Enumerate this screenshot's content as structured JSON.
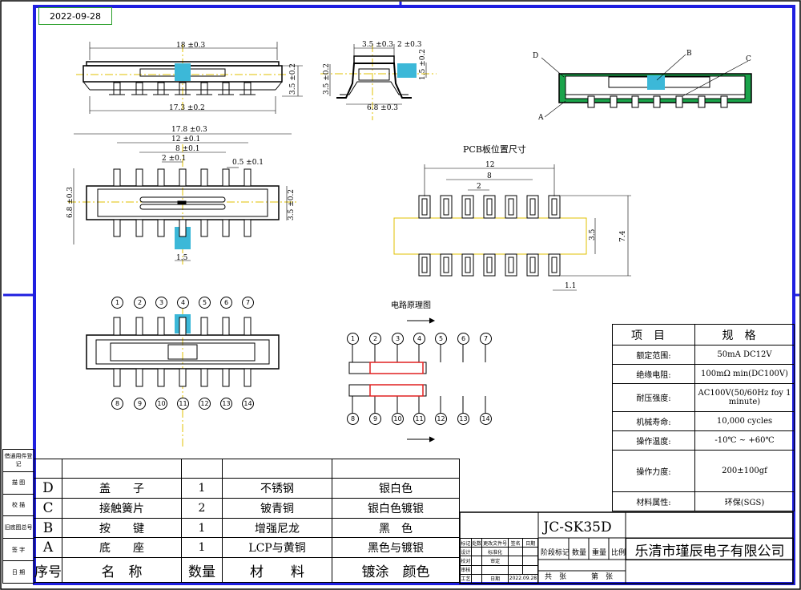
{
  "date": "2022-09-28",
  "top_view": {
    "dims": {
      "width_top": "18 ±0.3",
      "height_right": "3.5 ±0.2",
      "width_bottom": "17.3 ±0.2"
    }
  },
  "side_view": {
    "dims": {
      "top_left": "3.5 ±0.3",
      "top_right": "2 ±0.3",
      "right": "1.5 ±0.2",
      "left": "3.5 ±0.2",
      "bottom": "6.8 ±0.3"
    }
  },
  "iso_view": {
    "labels": [
      "D",
      "B",
      "C",
      "A"
    ]
  },
  "plan_view": {
    "dims": {
      "overall": "17.8 ±0.3",
      "span12": "12 ±0.1",
      "span8": "8 ±0.1",
      "span2": "2 ±0.1",
      "pin": "0.5 ±0.1",
      "height": "6.8 ±0.3",
      "inner": "3.5 ±0.2",
      "tab": "1.5"
    }
  },
  "pcb": {
    "title": "PCB板位置尺寸",
    "dims": {
      "d12": "12",
      "d8": "8",
      "d2": "2",
      "d35": "3.5",
      "d74": "7.4",
      "d11": "1.1"
    }
  },
  "pin_top": [
    "1",
    "2",
    "3",
    "4",
    "5",
    "6",
    "7"
  ],
  "pin_bottom": [
    "8",
    "9",
    "10",
    "11",
    "12",
    "13",
    "14"
  ],
  "circuit": {
    "title": "电路原理图"
  },
  "spec": {
    "header": [
      "项目",
      "规格"
    ],
    "rows": [
      [
        "额定范围:",
        "50mA DC12V"
      ],
      [
        "绝缘电阻:",
        "100mΩ min(DC100V)"
      ],
      [
        "耐压强度:",
        "AC100V(50/60Hz foy 1 minute)"
      ],
      [
        "机械寿命:",
        "10,000 cycles"
      ],
      [
        "操作温度:",
        "-10℃ ~ +60℃"
      ],
      [
        "操作力度:",
        "200±100gf"
      ],
      [
        "材料属性:",
        "环保(SGS)"
      ]
    ]
  },
  "bom": {
    "rows": [
      [
        "D",
        "盖　　子",
        "1",
        "不锈钢",
        "银白色"
      ],
      [
        "C",
        "接触簧片",
        "2",
        "铍青铜",
        "银白色镀银"
      ],
      [
        "B",
        "按　　键",
        "1",
        "增强尼龙",
        "黑　色"
      ],
      [
        "A",
        "底　　座",
        "1",
        "LCP与黄铜",
        "黑色与镀银"
      ]
    ],
    "header": [
      "序号",
      "名　称",
      "数量",
      "材　　料",
      "镀涂　颜色"
    ]
  },
  "side_strip": [
    "借通用件登记",
    "描 图",
    "校 描",
    "旧底图总号",
    "签 字",
    "日 期"
  ],
  "title_block": {
    "model": "JC-SK35D",
    "company": "乐清市瑾辰电子有限公司",
    "left_rows": [
      [
        "标记",
        "处数",
        "更改文件号",
        "签名",
        "日期"
      ],
      [
        "设计",
        "",
        "标准化",
        "",
        ""
      ],
      [
        "校对",
        "",
        "审定",
        "",
        ""
      ],
      [
        "审核",
        "",
        "",
        "",
        ""
      ],
      [
        "工艺",
        "",
        "日期",
        "2022.09.28",
        ""
      ]
    ],
    "stage_header": [
      "阶段标记",
      "数量",
      "重量",
      "比例"
    ],
    "sheets": [
      "共　张",
      "第　张"
    ]
  },
  "colors": {
    "frame": "#1f1fe0",
    "highlight": "#3cb8d8",
    "green": "#1aa34a",
    "red": "#e02020"
  }
}
